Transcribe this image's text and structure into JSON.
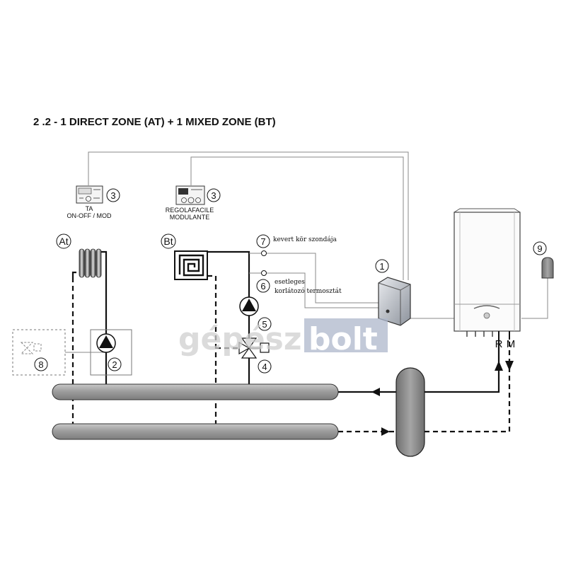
{
  "title": "2 .2 - 1 DIRECT ZONE (AT) + 1 MIXED ZONE (BT)",
  "zones": {
    "at": "At",
    "bt": "Bt"
  },
  "components": {
    "c1": "1",
    "c2": "2",
    "c3a": "3",
    "c3b": "3",
    "c4": "4",
    "c5": "5",
    "c6": "6",
    "c7": "7",
    "c8": "8",
    "c9": "9"
  },
  "labels": {
    "ta_line1": "TA",
    "ta_line2": "ON-OFF / MOD",
    "regola_line1": "REGOLAFACILE",
    "regola_line2": "MODULANTE",
    "probe": "kevert kör szondája",
    "limit_line1": "esetleges",
    "limit_line2": "korlátozó termosztát",
    "return": "R",
    "flow": "M"
  },
  "watermark": {
    "part1": "gépész",
    "part2": "bolt"
  },
  "colors": {
    "line": "#111111",
    "wire": "#888888",
    "manifold": "#999999",
    "hydro": "#8a8a8a",
    "watermark_box": "#aeb8cc"
  }
}
